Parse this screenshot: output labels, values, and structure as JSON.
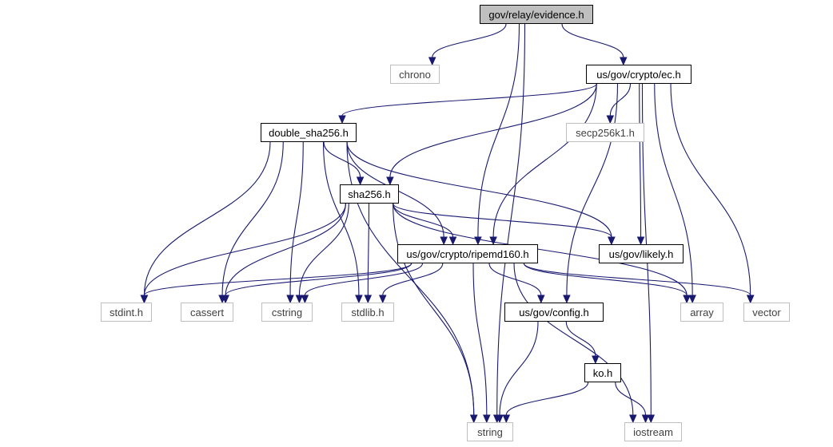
{
  "colors": {
    "edge": "#191970",
    "root_fill": "#bfbfbf",
    "external_border": "#bfbfbf",
    "internal_border": "#000000"
  },
  "nodes": {
    "evidence": "gov/relay/evidence.h",
    "chrono": "chrono",
    "ec": "us/gov/crypto/ec.h",
    "double_sha256": "double_sha256.h",
    "secp256k1": "secp256k1.h",
    "sha256": "sha256.h",
    "ripemd160": "us/gov/crypto/ripemd160.h",
    "likely": "us/gov/likely.h",
    "stdint": "stdint.h",
    "cassert": "cassert",
    "cstring": "cstring",
    "stdlib": "stdlib.h",
    "config": "us/gov/config.h",
    "array": "array",
    "vector": "vector",
    "ko": "ko.h",
    "string": "string",
    "iostream": "iostream"
  },
  "edges": [
    [
      "evidence",
      "chrono"
    ],
    [
      "evidence",
      "ec"
    ],
    [
      "evidence",
      "ripemd160"
    ],
    [
      "evidence",
      "string"
    ],
    [
      "ec",
      "double_sha256"
    ],
    [
      "ec",
      "secp256k1"
    ],
    [
      "ec",
      "sha256"
    ],
    [
      "ec",
      "ripemd160"
    ],
    [
      "ec",
      "likely"
    ],
    [
      "ec",
      "config"
    ],
    [
      "ec",
      "array"
    ],
    [
      "ec",
      "vector"
    ],
    [
      "ec",
      "iostream"
    ],
    [
      "double_sha256",
      "sha256"
    ],
    [
      "double_sha256",
      "ripemd160"
    ],
    [
      "double_sha256",
      "likely"
    ],
    [
      "double_sha256",
      "stdint"
    ],
    [
      "double_sha256",
      "cassert"
    ],
    [
      "double_sha256",
      "cstring"
    ],
    [
      "double_sha256",
      "stdlib"
    ],
    [
      "double_sha256",
      "string"
    ],
    [
      "sha256",
      "ripemd160"
    ],
    [
      "sha256",
      "likely"
    ],
    [
      "sha256",
      "stdint"
    ],
    [
      "sha256",
      "cassert"
    ],
    [
      "sha256",
      "cstring"
    ],
    [
      "sha256",
      "stdlib"
    ],
    [
      "sha256",
      "array"
    ],
    [
      "sha256",
      "string"
    ],
    [
      "ripemd160",
      "stdint"
    ],
    [
      "ripemd160",
      "cassert"
    ],
    [
      "ripemd160",
      "cstring"
    ],
    [
      "ripemd160",
      "stdlib"
    ],
    [
      "ripemd160",
      "config"
    ],
    [
      "ripemd160",
      "array"
    ],
    [
      "ripemd160",
      "vector"
    ],
    [
      "ripemd160",
      "string"
    ],
    [
      "ripemd160",
      "iostream"
    ],
    [
      "config",
      "ko"
    ],
    [
      "config",
      "string"
    ],
    [
      "ko",
      "string"
    ],
    [
      "ko",
      "iostream"
    ]
  ]
}
